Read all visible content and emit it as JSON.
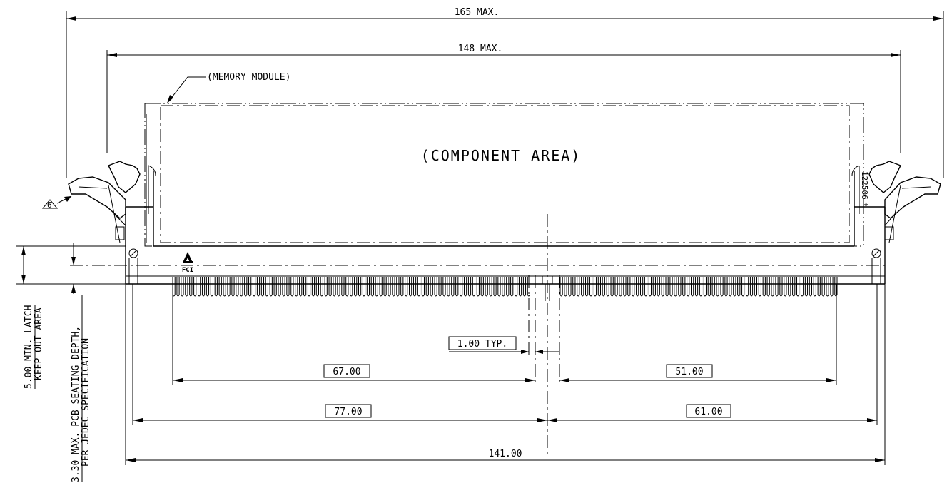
{
  "dimensions": {
    "overall_max": "165 MAX.",
    "module_max": "148 MAX.",
    "total": "141.00",
    "left_contacts": "67.00",
    "right_contacts": "51.00",
    "left_to_key": "77.00",
    "right_to_key": "61.00",
    "pitch": "1.00 TYP."
  },
  "labels": {
    "memory_module": "(MEMORY MODULE)",
    "component_area": "(COMPONENT AREA)",
    "part_number": "122506",
    "part_number_mark": "*",
    "note_flag": "6",
    "logo": "FCI"
  },
  "vertical_notes": {
    "latch_line1": "5.00 MIN. LATCH",
    "latch_line2": "KEEP OUT AREA",
    "pcb_line1": "3.30 MAX. PCB SEATING DEPTH,",
    "pcb_line2": "PER JEDEC SPECIFICATION"
  }
}
